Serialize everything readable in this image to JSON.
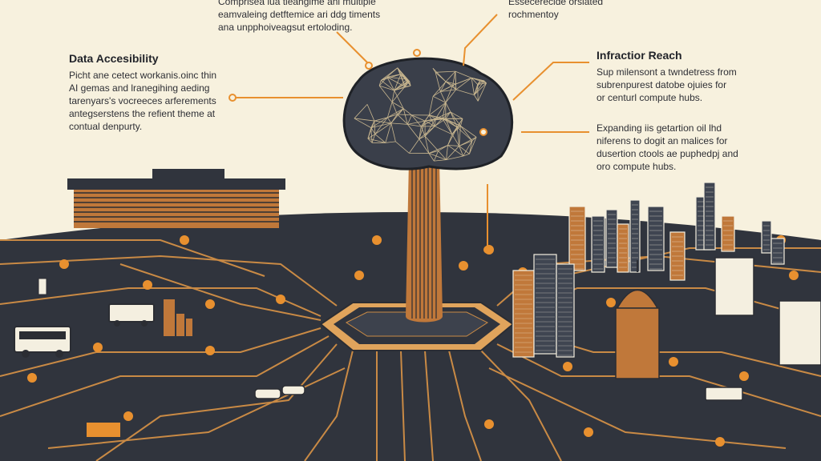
{
  "callouts": {
    "top_center": {
      "lines": [
        "Comprisea lua tieahgime ani muitipie",
        "eamvaleing detftemice ari ddg timents",
        "ana unpphoiveagsut ertoloding."
      ]
    },
    "top_right": {
      "lines": [
        "Essecerecide orsiated",
        "rochmentoy"
      ]
    },
    "left": {
      "heading": "Data Accesibility",
      "lines": [
        "Picht ane cetect workanis.oinc thin",
        "AI gemas and lranegihing aeding",
        "tarenyars's vocreeces arferements",
        "antegserstens the refient theme at",
        "contual denpurty."
      ]
    },
    "right_top": {
      "heading": "Infractior Reach",
      "lines": [
        "Sup milensont a twndetress from",
        "subrenpurest datobe ojuies for",
        "or centurl compute hubs."
      ]
    },
    "right_bottom": {
      "lines": [
        "Expanding iis getartion oil lhd",
        "niferens to dogit an malices for",
        "dusertion ctools ae puphedpj and",
        "oro compute hubs."
      ]
    }
  },
  "colors": {
    "background": "#f7f1de",
    "ground": "#30343d",
    "accent": "#e8902f",
    "line": "#c98a45",
    "brain": "#3a3f4a",
    "ink": "#2e2f35"
  }
}
